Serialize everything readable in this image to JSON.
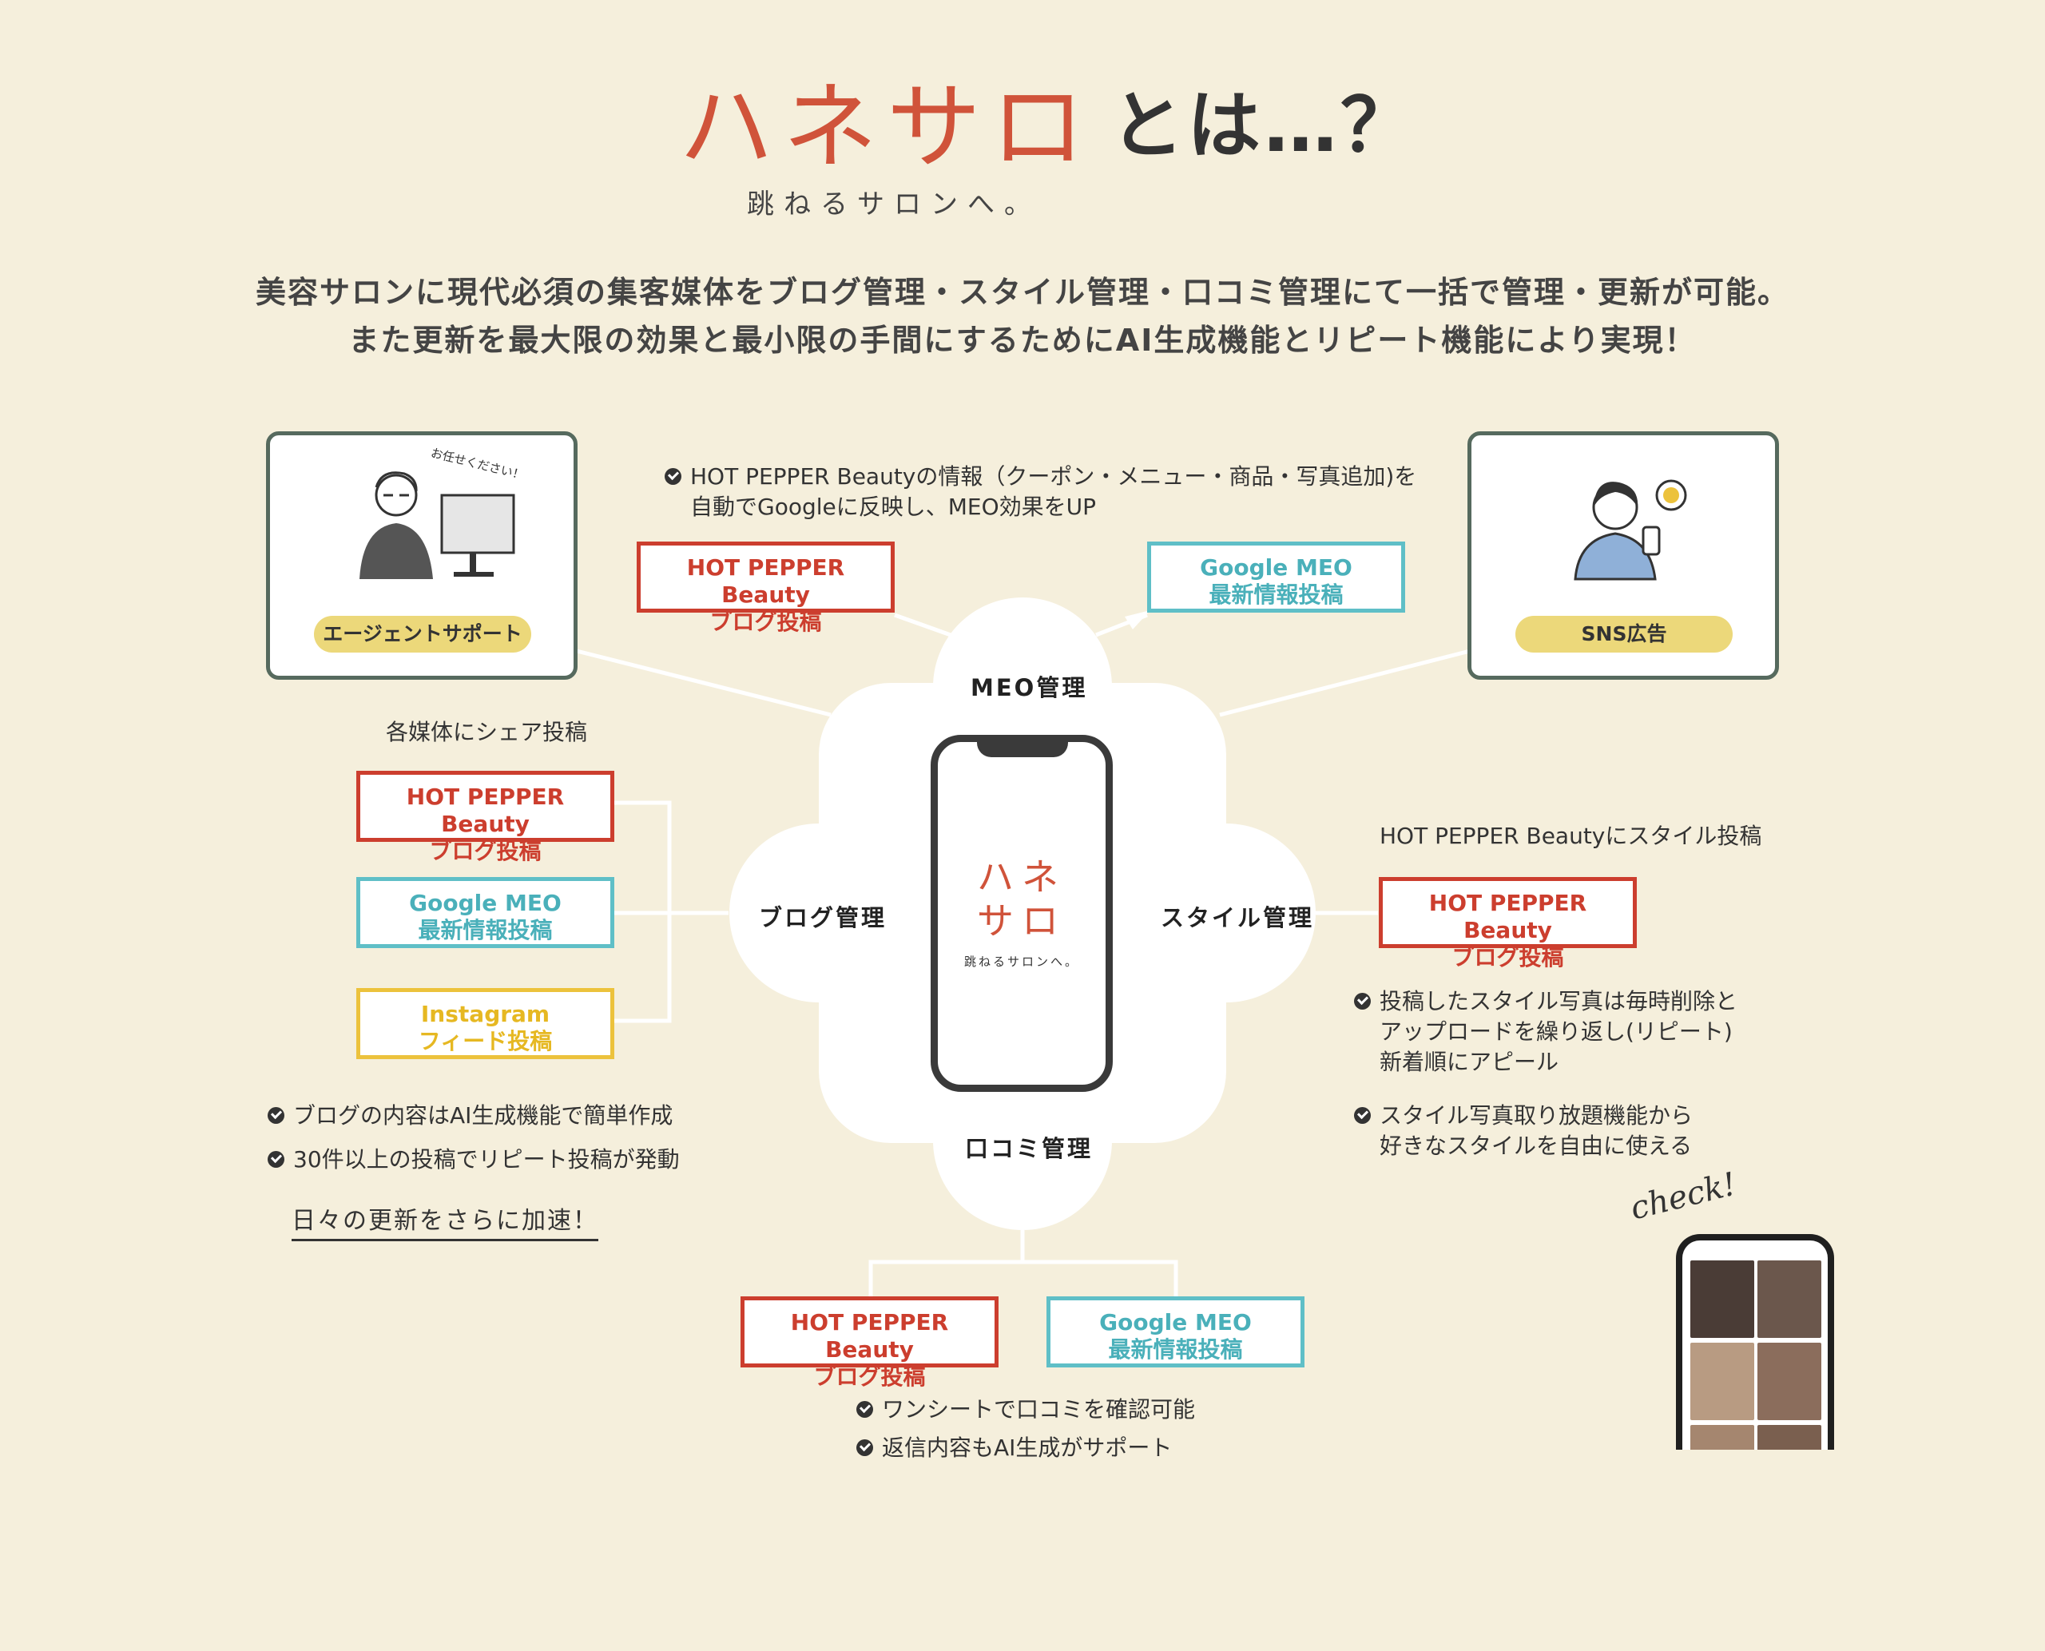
{
  "header": {
    "logo_text": "ハネサロ",
    "title_suffix": "とは…？",
    "tagline": "跳ねるサロンへ。",
    "lead_line1": "美容サロンに現代必須の集客媒体をブログ管理・スタイル管理・口コミ管理にて一括で管理・更新が可能。",
    "lead_line2": "また更新を最大限の効果と最小限の手間にするためにAI生成機能とリピート機能により実現！"
  },
  "cards": {
    "agent": {
      "speech": "お任せください！",
      "label": "エージェントサポート"
    },
    "sns": {
      "label": "SNS広告"
    }
  },
  "meo": {
    "note_line1": "HOT PEPPER Beautyの情報（クーポン・メニュー・商品・写真追加)を",
    "note_line2": "自動でGoogleに反映し、MEO効果をUP",
    "hpb_line1": "HOT PEPPER Beauty",
    "hpb_line2": "ブログ投稿",
    "google_line1": "Google MEO",
    "google_line2": "最新情報投稿",
    "section": "MEO管理"
  },
  "blog": {
    "section": "ブログ管理",
    "share_note": "各媒体にシェア投稿",
    "hpb_line1": "HOT PEPPER Beauty",
    "hpb_line2": "ブログ投稿",
    "google_line1": "Google MEO",
    "google_line2": "最新情報投稿",
    "insta_line1": "Instagram",
    "insta_line2": "フィード投稿",
    "bullet1": "ブログの内容はAI生成機能で簡単作成",
    "bullet2": "30件以上の投稿でリピート投稿が発動",
    "accent": "日々の更新をさらに加速！"
  },
  "style": {
    "section": "スタイル管理",
    "note": "HOT PEPPER Beautyにスタイル投稿",
    "hpb_line1": "HOT PEPPER Beauty",
    "hpb_line2": "ブログ投稿",
    "bullet1_line1": "投稿したスタイル写真は毎時削除と",
    "bullet1_line2": "アップロードを繰り返し(リピート)",
    "bullet1_line3": "新着順にアピール",
    "bullet2_line1": "スタイル写真取り放題機能から",
    "bullet2_line2": "好きなスタイルを自由に使える",
    "check_label": "check!"
  },
  "review": {
    "section": "口コミ管理",
    "hpb_line1": "HOT PEPPER Beauty",
    "hpb_line2": "ブログ投稿",
    "google_line1": "Google MEO",
    "google_line2": "最新情報投稿",
    "bullet1": "ワンシートで口コミを確認可能",
    "bullet2": "返信内容もAI生成がサポート"
  },
  "phone": {
    "logo_line1": "ハネ",
    "logo_line2": "サロ",
    "tagline": "跳ねるサロンへ。"
  },
  "colors": {
    "background": "#f5efdc",
    "accent_red": "#cc3e2e",
    "accent_teal": "#5fbfc7",
    "accent_yellow": "#ecc23c",
    "card_border": "#566a5e",
    "pill": "#ecd87a"
  }
}
